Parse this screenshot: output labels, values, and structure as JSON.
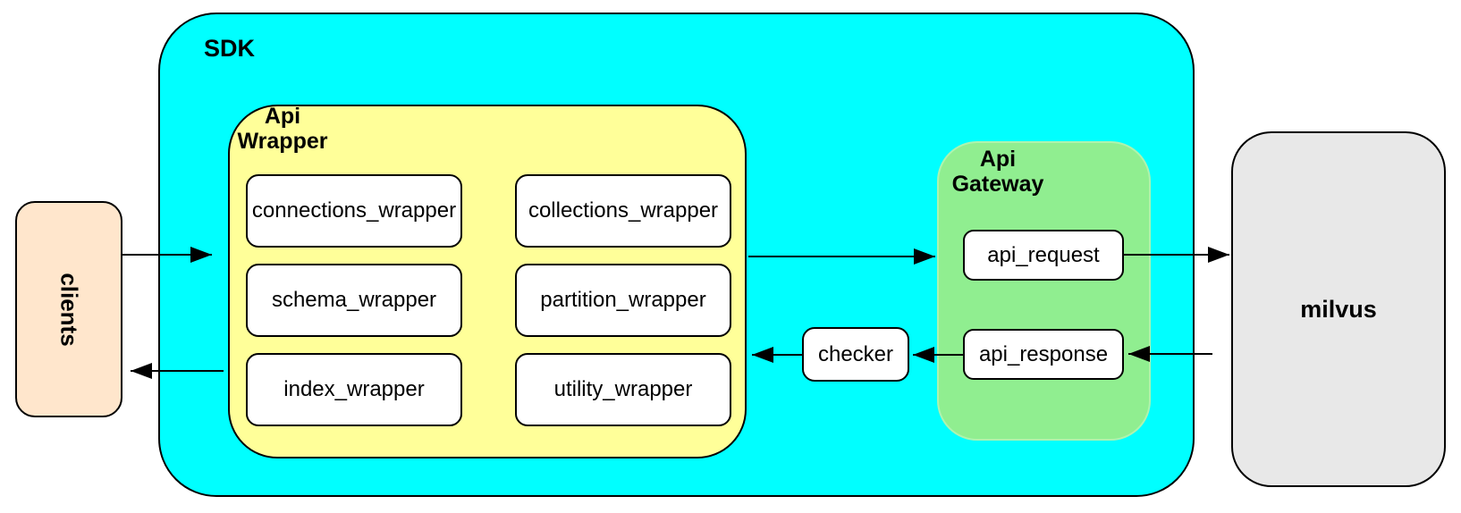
{
  "diagram": {
    "clients": {
      "label": "clients"
    },
    "sdk": {
      "label": "SDK",
      "api_wrapper": {
        "label": "Api\nWrapper",
        "boxes": [
          {
            "label": "connections_wrapper"
          },
          {
            "label": "collections_wrapper"
          },
          {
            "label": "schema_wrapper"
          },
          {
            "label": "partition_wrapper"
          },
          {
            "label": "index_wrapper"
          },
          {
            "label": "utility_wrapper"
          }
        ]
      },
      "checker": {
        "label": "checker"
      },
      "api_gateway": {
        "label": "Api\nGateway",
        "boxes": [
          {
            "label": "api_request"
          },
          {
            "label": "api_response"
          }
        ]
      }
    },
    "milvus": {
      "label": "milvus"
    },
    "colors": {
      "sdk_fill": "#00ffff",
      "api_wrapper_fill": "#ffff99",
      "api_gateway_fill": "#90ee90",
      "clients_fill": "#ffe6cc",
      "milvus_fill": "#e8e8e8",
      "node_fill": "#ffffff",
      "stroke": "#000000"
    },
    "connections": [
      {
        "from": "clients",
        "to": "sdk"
      },
      {
        "from": "sdk",
        "to": "clients"
      },
      {
        "from": "api_wrapper",
        "to": "api_gateway"
      },
      {
        "from": "api_request",
        "to": "milvus"
      },
      {
        "from": "milvus",
        "to": "api_response"
      },
      {
        "from": "api_response",
        "to": "checker"
      },
      {
        "from": "checker",
        "to": "api_wrapper"
      }
    ]
  }
}
